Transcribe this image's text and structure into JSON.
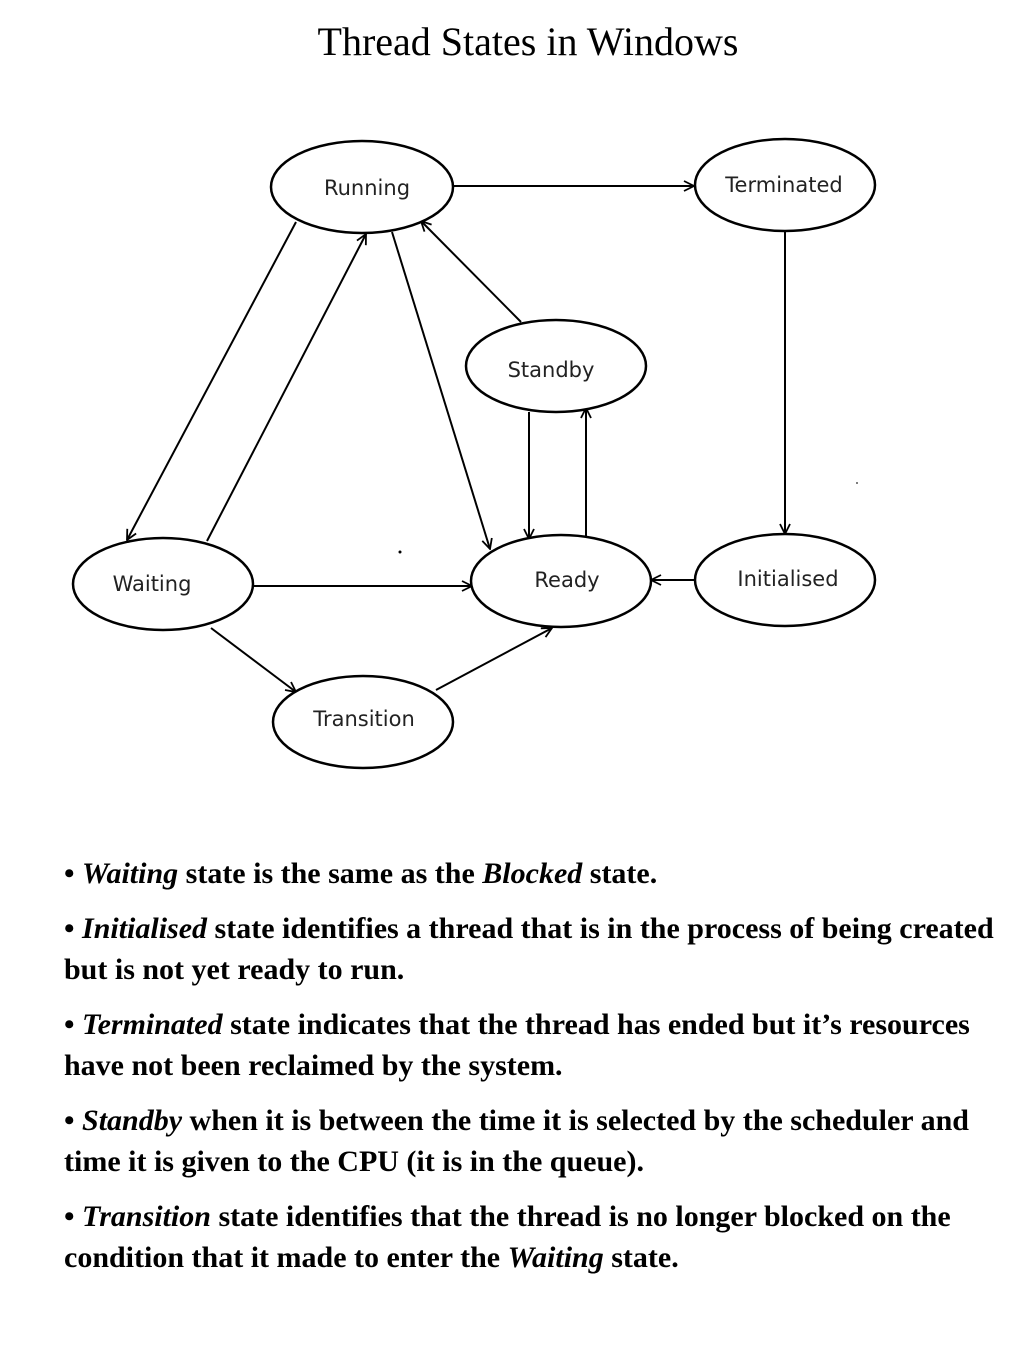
{
  "title": "Thread States in Windows",
  "diagram": {
    "nodes": [
      {
        "id": "running",
        "label": "Running"
      },
      {
        "id": "terminated",
        "label": "Terminated"
      },
      {
        "id": "standby",
        "label": "Standby"
      },
      {
        "id": "waiting",
        "label": "Waiting"
      },
      {
        "id": "ready",
        "label": "Ready"
      },
      {
        "id": "initialised",
        "label": "Initialised"
      },
      {
        "id": "transition",
        "label": "Transition"
      }
    ],
    "edges": [
      {
        "from": "running",
        "to": "terminated"
      },
      {
        "from": "running",
        "to": "waiting"
      },
      {
        "from": "waiting",
        "to": "running"
      },
      {
        "from": "running",
        "to": "ready"
      },
      {
        "from": "standby",
        "to": "running"
      },
      {
        "from": "standby",
        "to": "ready"
      },
      {
        "from": "ready",
        "to": "standby"
      },
      {
        "from": "terminated",
        "to": "initialised"
      },
      {
        "from": "initialised",
        "to": "ready"
      },
      {
        "from": "waiting",
        "to": "ready"
      },
      {
        "from": "waiting",
        "to": "transition"
      },
      {
        "from": "transition",
        "to": "ready"
      }
    ]
  },
  "notes": [
    {
      "term": "Waiting",
      "text": "state is the same as the",
      "term2": "Blocked",
      "text2": "state."
    },
    {
      "term": "Initialised",
      "text": "state identifies a thread that is in the process of being created but is not yet ready to run."
    },
    {
      "term": "Terminated",
      "text": "state indicates that the thread has ended but it’s resources have not been reclaimed by the system."
    },
    {
      "term": "Standby",
      "text": "when it is between the time it is selected by the scheduler and time it is given to the CPU (it is in the queue)."
    },
    {
      "term": "Transition",
      "text": "state identifies that the thread is no longer blocked on the condition that it made to enter the",
      "term2": "Waiting",
      "text2": "state."
    }
  ]
}
